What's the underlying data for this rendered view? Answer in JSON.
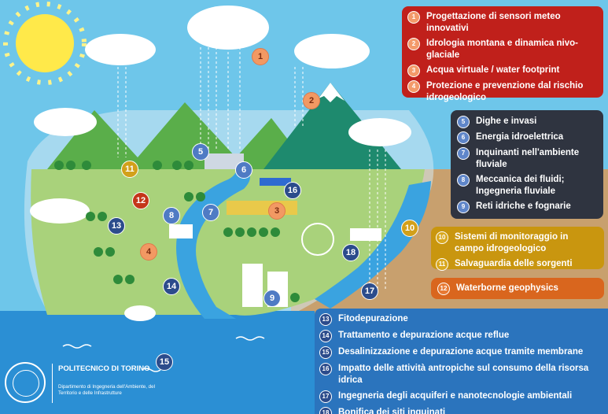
{
  "panels": {
    "red": [
      {
        "n": "1",
        "text": "Progettazione di sensori meteo innovativi"
      },
      {
        "n": "2",
        "text": "Idrologia montana e dinamica nivo-glaciale"
      },
      {
        "n": "3",
        "text": "Acqua virtuale / water footprint"
      },
      {
        "n": "4",
        "text": "Protezione e prevenzione dal rischio idrogeologico"
      }
    ],
    "dark": [
      {
        "n": "5",
        "text": "Dighe e invasi"
      },
      {
        "n": "6",
        "text": "Energia idroelettrica"
      },
      {
        "n": "7",
        "text": "Inquinanti nell'ambiente fluviale"
      },
      {
        "n": "8",
        "text": "Meccanica dei fluidi; Ingegneria fluviale"
      },
      {
        "n": "9",
        "text": "Reti idriche e fognarie"
      }
    ],
    "gold": [
      {
        "n": "10",
        "text": "Sistemi di monitoraggio in campo idrogeologico"
      },
      {
        "n": "11",
        "text": "Salvaguardia delle sorgenti"
      }
    ],
    "orange": [
      {
        "n": "12",
        "text": "Waterborne geophysics"
      }
    ],
    "blue": [
      {
        "n": "13",
        "text": "Fitodepurazione"
      },
      {
        "n": "14",
        "text": "Trattamento e depurazione acque reflue"
      },
      {
        "n": "15",
        "text": "Desalinizzazione e depurazione acque tramite membrane"
      },
      {
        "n": "16",
        "text": "Impatto delle attività antropiche sul consumo della risorsa idrica"
      },
      {
        "n": "17",
        "text": "Ingegneria degli acquiferi e nanotecnologie ambientali"
      },
      {
        "n": "18",
        "text": "Bonifica dei siti inquinati"
      }
    ]
  },
  "markers": [
    {
      "n": "1",
      "style": "orange"
    },
    {
      "n": "2",
      "style": "orange"
    },
    {
      "n": "3",
      "style": "orange"
    },
    {
      "n": "4",
      "style": "orange"
    },
    {
      "n": "5",
      "style": "blue"
    },
    {
      "n": "6",
      "style": "blue"
    },
    {
      "n": "7",
      "style": "blue"
    },
    {
      "n": "8",
      "style": "blue"
    },
    {
      "n": "9",
      "style": "blue"
    },
    {
      "n": "10",
      "style": "gold"
    },
    {
      "n": "11",
      "style": "gold"
    },
    {
      "n": "12",
      "style": "red"
    },
    {
      "n": "13",
      "style": "navy"
    },
    {
      "n": "14",
      "style": "navy"
    },
    {
      "n": "15",
      "style": "navy"
    },
    {
      "n": "16",
      "style": "navy"
    },
    {
      "n": "17",
      "style": "navy"
    },
    {
      "n": "18",
      "style": "navy"
    }
  ],
  "logo": {
    "university": "POLITECNICO DI TORINO",
    "department": "Dipartimento di Ingegneria dell'Ambiente, del Territorio e delle Infrastrutture"
  },
  "colors": {
    "sky": "#6ec6ea",
    "sea": "#2b8fd4",
    "land": "#a9d27b",
    "mountain": "#5aae4a",
    "river": "#3aa3e0",
    "soil": "#c8a06e",
    "panel_red": "#c0201b",
    "panel_dark": "#2f3440",
    "panel_gold": "#c9960f",
    "panel_orange": "#d9661e",
    "panel_blue": "#2b74bd"
  }
}
